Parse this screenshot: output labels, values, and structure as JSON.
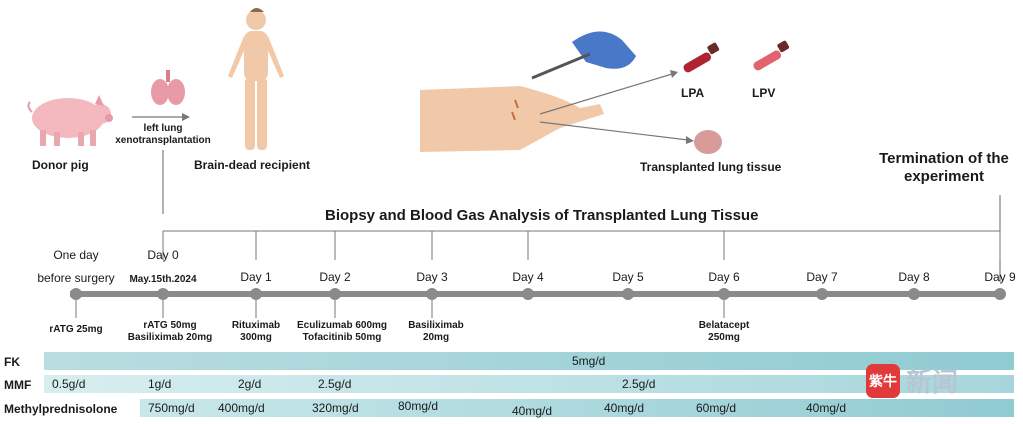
{
  "top": {
    "donor_label": "Donor pig",
    "procedure_label_line1": "left lung",
    "procedure_label_line2": "xenotransplantation",
    "recipient_label": "Brain-dead recipient",
    "lpa_label": "LPA",
    "lpv_label": "LPV",
    "tissue_label": "Transplanted lung tissue",
    "termination_line1": "Termination of the",
    "termination_line2": "experiment",
    "biopsy_title": "Biopsy and Blood Gas Analysis of Transplanted Lung Tissue"
  },
  "timeline": {
    "pre_line1": "One day",
    "pre_line2": "before surgery",
    "day0": "Day 0",
    "day0_date": "May.15th.2024",
    "days": [
      "Day 1",
      "Day 2",
      "Day 3",
      "Day 4",
      "Day 5",
      "Day 6",
      "Day 7",
      "Day 8",
      "Day 9"
    ]
  },
  "drugs": {
    "pre": "rATG 25mg",
    "d0_line1": "rATG 50mg",
    "d0_line2": "Basiliximab 20mg",
    "d1_line1": "Rituximab",
    "d1_line2": "300mg",
    "d2_line1": "Eculizumab 600mg",
    "d2_line2": "Tofacitinib 50mg",
    "d3_line1": "Basiliximab",
    "d3_line2": "20mg",
    "d6_line1": "Belatacept",
    "d6_line2": "250mg"
  },
  "regimen": {
    "fk_label": "FK",
    "fk_value": "5mg/d",
    "mmf_label": "MMF",
    "mmf_values": [
      "0.5g/d",
      "1g/d",
      "2g/d",
      "2.5g/d",
      "2.5g/d"
    ],
    "mp_label": "Methylprednisolone",
    "mp_values": [
      "750mg/d",
      "400mg/d",
      "320mg/d",
      "80mg/d",
      "40mg/d",
      "40mg/d",
      "60mg/d",
      "40mg/d"
    ]
  },
  "watermark": {
    "badge": "紫牛",
    "text": "新闻"
  },
  "colors": {
    "timeline": "#8a8a8a",
    "bar_light": "#c9e7ea",
    "bar_dark": "#8fcbd1",
    "pink_organ": "#e89aa6",
    "skin": "#f2c9a8",
    "glove": "#4a78c9"
  }
}
